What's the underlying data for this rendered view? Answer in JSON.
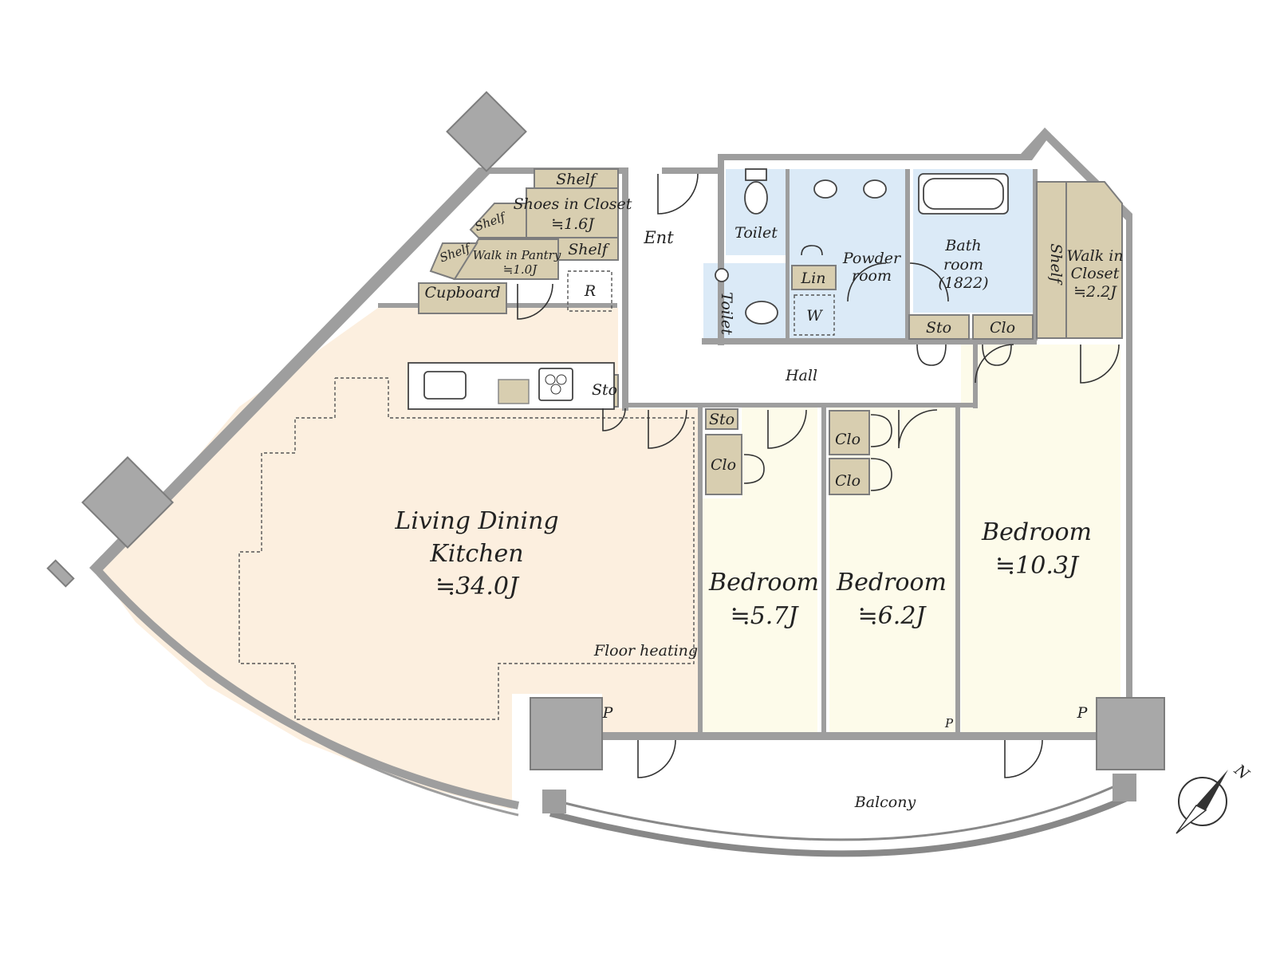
{
  "labels": {
    "shelf_top": "Shelf",
    "shoes_closet": "Shoes in Closet",
    "shoes_closet_size": "≒1.6J",
    "shelf_diag1": "Shelf",
    "shelf_diag2": "Shelf",
    "shelf_mid": "Shelf",
    "walk_in_pantry": "Walk in Pantry",
    "walk_in_pantry_size": "≒1.0J",
    "cupboard": "Cupboard",
    "r": "R",
    "ent": "Ent",
    "toilet1": "Toilet",
    "toilet2": "Toilet",
    "powder_room_1": "Powder",
    "powder_room_2": "room",
    "lin": "Lin",
    "w": "W",
    "bath_1": "Bath",
    "bath_2": "room",
    "bath_3": "(1822)",
    "shelf_wic": "Shelf",
    "wic_1": "Walk in",
    "wic_2": "Closet",
    "wic_size": "≒2.2J",
    "sto_bath": "Sto",
    "clo_bath": "Clo",
    "hall": "Hall",
    "sto_kitchen": "Sto",
    "sto_hall": "Sto",
    "clo_bed1": "Clo",
    "clo_bed2a": "Clo",
    "clo_bed2b": "Clo",
    "ldk_1": "Living Dining",
    "ldk_2": "Kitchen",
    "ldk_size": "≒34.0J",
    "floor_heating": "Floor heating",
    "bed1": "Bedroom",
    "bed1_size": "≒5.7J",
    "bed2": "Bedroom",
    "bed2_size": "≒6.2J",
    "bed3": "Bedroom",
    "bed3_size": "≒10.3J",
    "p1": "P",
    "p2": "P",
    "p3": "P",
    "balcony": "Balcony",
    "north": "N"
  },
  "colors": {
    "ldk": "#fcefdf",
    "bedroom": "#fdfbea",
    "wet": "#dbeaf7",
    "storage": "#d8ceb0",
    "wall": "#9e9e9e",
    "column": "#a8a8a8"
  }
}
